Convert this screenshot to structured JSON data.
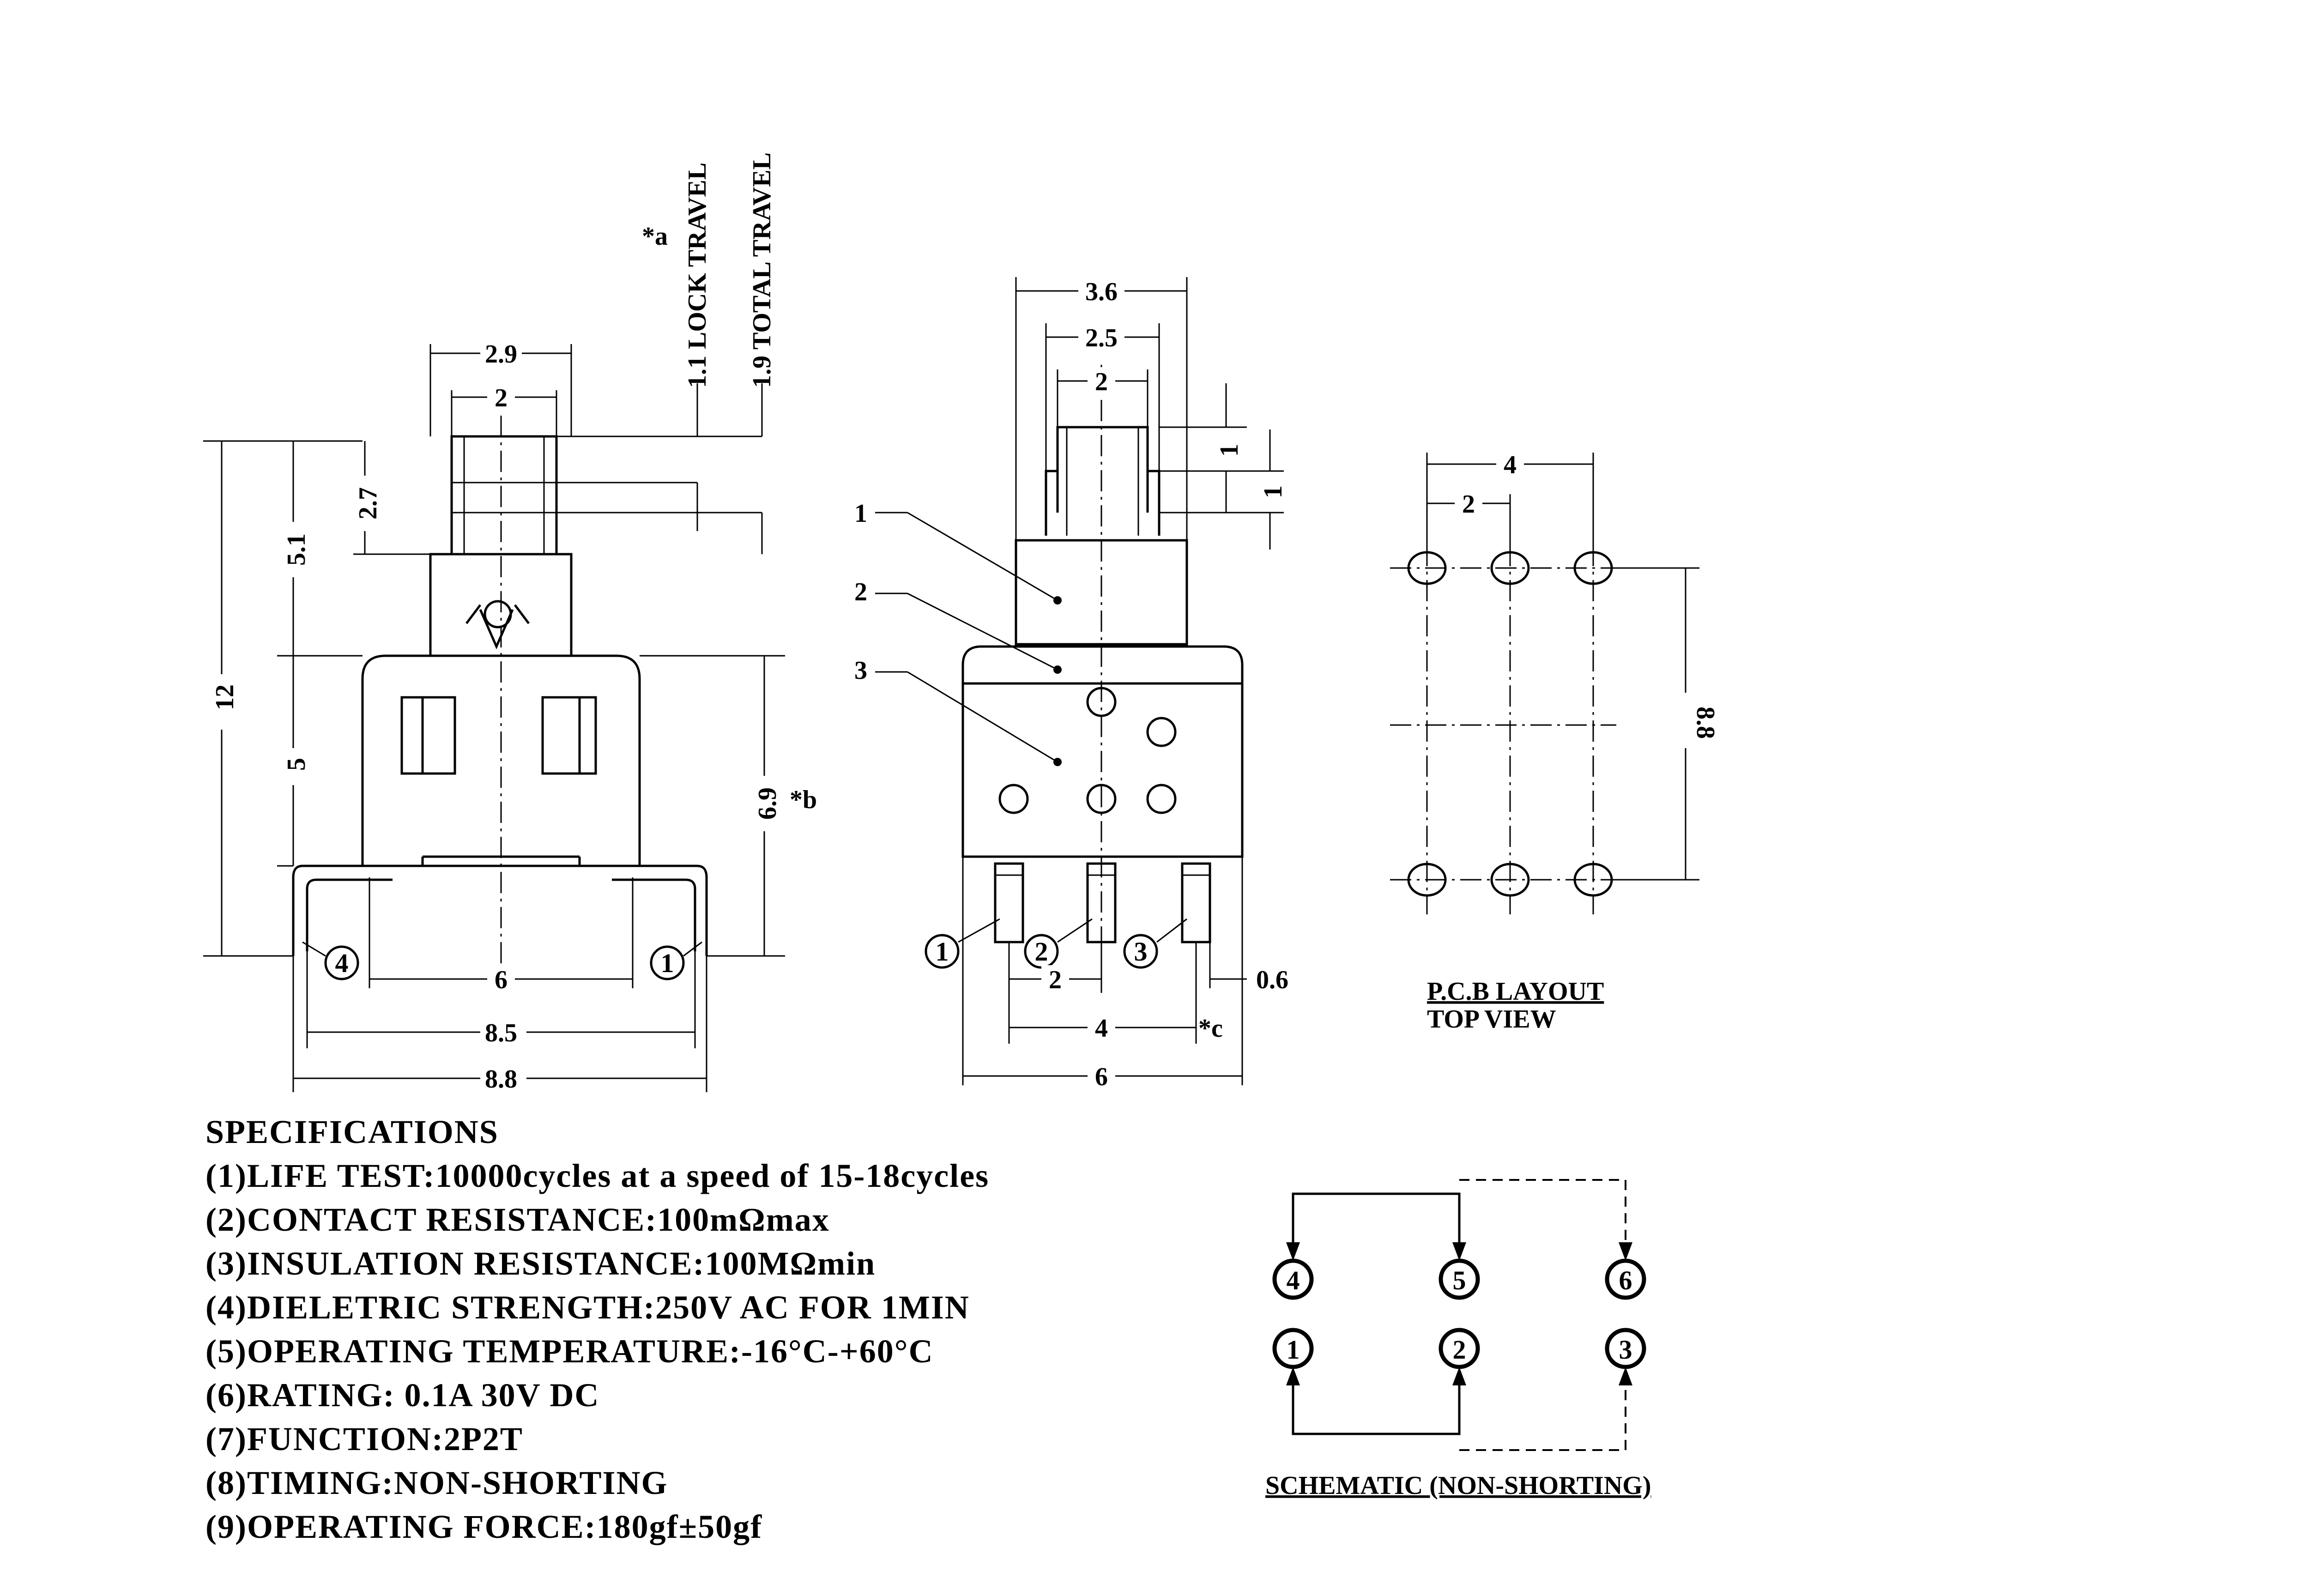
{
  "side_view": {
    "dims": {
      "w_2_9": "2.9",
      "w_2": "2",
      "h_12": "12",
      "h_5_1": "5.1",
      "h_2_7": "2.7",
      "h_5": "5",
      "h_6_9": "6.9",
      "w_6": "6",
      "w_8_5": "8.5",
      "w_8_8": "8.8"
    },
    "lock_travel": "1.1 LOCK TRAVEL",
    "total_travel": "1.9 TOTAL TRAVEL",
    "note_a": "*a",
    "note_b": "*b",
    "pin_left": "4",
    "pin_right": "1"
  },
  "front_view": {
    "dims": {
      "w_3_6": "3.6",
      "w_2_5": "2.5",
      "w_2": "2",
      "h_1a": "1",
      "h_1b": "1",
      "pitch_2": "2",
      "t_0_6": "0.6",
      "pitch_4": "4",
      "w_6": "6"
    },
    "note_c": "*c",
    "callouts": [
      "1",
      "2",
      "3"
    ],
    "pins": [
      "1",
      "2",
      "3"
    ]
  },
  "pcb": {
    "dims": {
      "w_4": "4",
      "w_2": "2",
      "h_8_8": "8.8"
    },
    "caption_line1": "P.C.B LAYOUT",
    "caption_line2": "TOP VIEW"
  },
  "specifications": {
    "title": "SPECIFICATIONS",
    "items": [
      "(1)LIFE TEST:10000cycles at a speed of 15-18cycles",
      "(2)CONTACT RESISTANCE:100mΩmax",
      "(3)INSULATION RESISTANCE:100MΩmin",
      "(4)DIELETRIC STRENGTH:250V AC FOR 1MIN",
      "(5)OPERATING TEMPERATURE:-16°C-+60°C",
      "(6)RATING: 0.1A 30V DC",
      "(7)FUNCTION:2P2T",
      "(8)TIMING:NON-SHORTING",
      "(9)OPERATING FORCE:180gf±50gf"
    ]
  },
  "schematic": {
    "terminals_top": [
      "4",
      "5",
      "6"
    ],
    "terminals_bottom": [
      "1",
      "2",
      "3"
    ],
    "caption": "SCHEMATIC (NON-SHORTING)"
  }
}
